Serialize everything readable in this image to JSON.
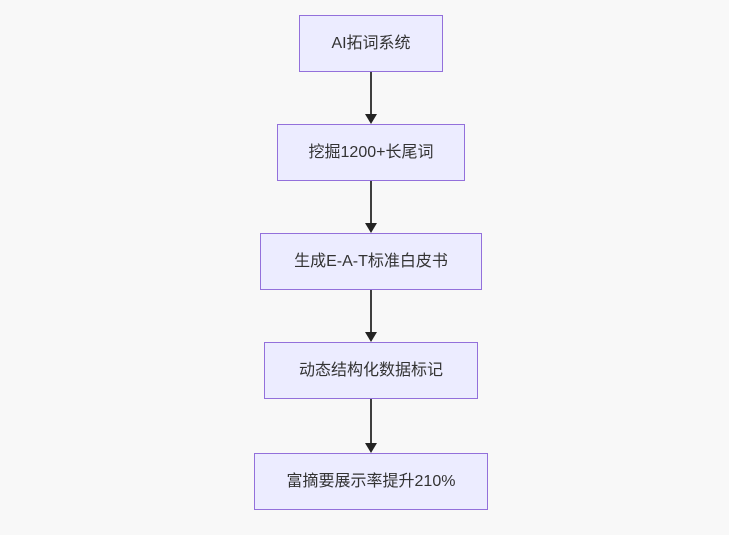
{
  "flowchart": {
    "direction": "top-down",
    "nodes": [
      {
        "id": "A",
        "label": "AI拓词系统"
      },
      {
        "id": "B",
        "label": "挖掘1200+长尾词"
      },
      {
        "id": "C",
        "label": "生成E-A-T标准白皮书"
      },
      {
        "id": "D",
        "label": "动态结构化数据标记"
      },
      {
        "id": "E",
        "label": "富摘要展示率提升210%"
      }
    ],
    "edges": [
      {
        "from": "A",
        "to": "B"
      },
      {
        "from": "B",
        "to": "C"
      },
      {
        "from": "C",
        "to": "D"
      },
      {
        "from": "D",
        "to": "E"
      }
    ],
    "colors": {
      "background": "#f8f8f8",
      "node_fill": "#ececff",
      "node_border": "#9370db",
      "node_text": "#333333",
      "arrow_line": "#3f3f3f",
      "arrow_head": "#232323"
    }
  }
}
